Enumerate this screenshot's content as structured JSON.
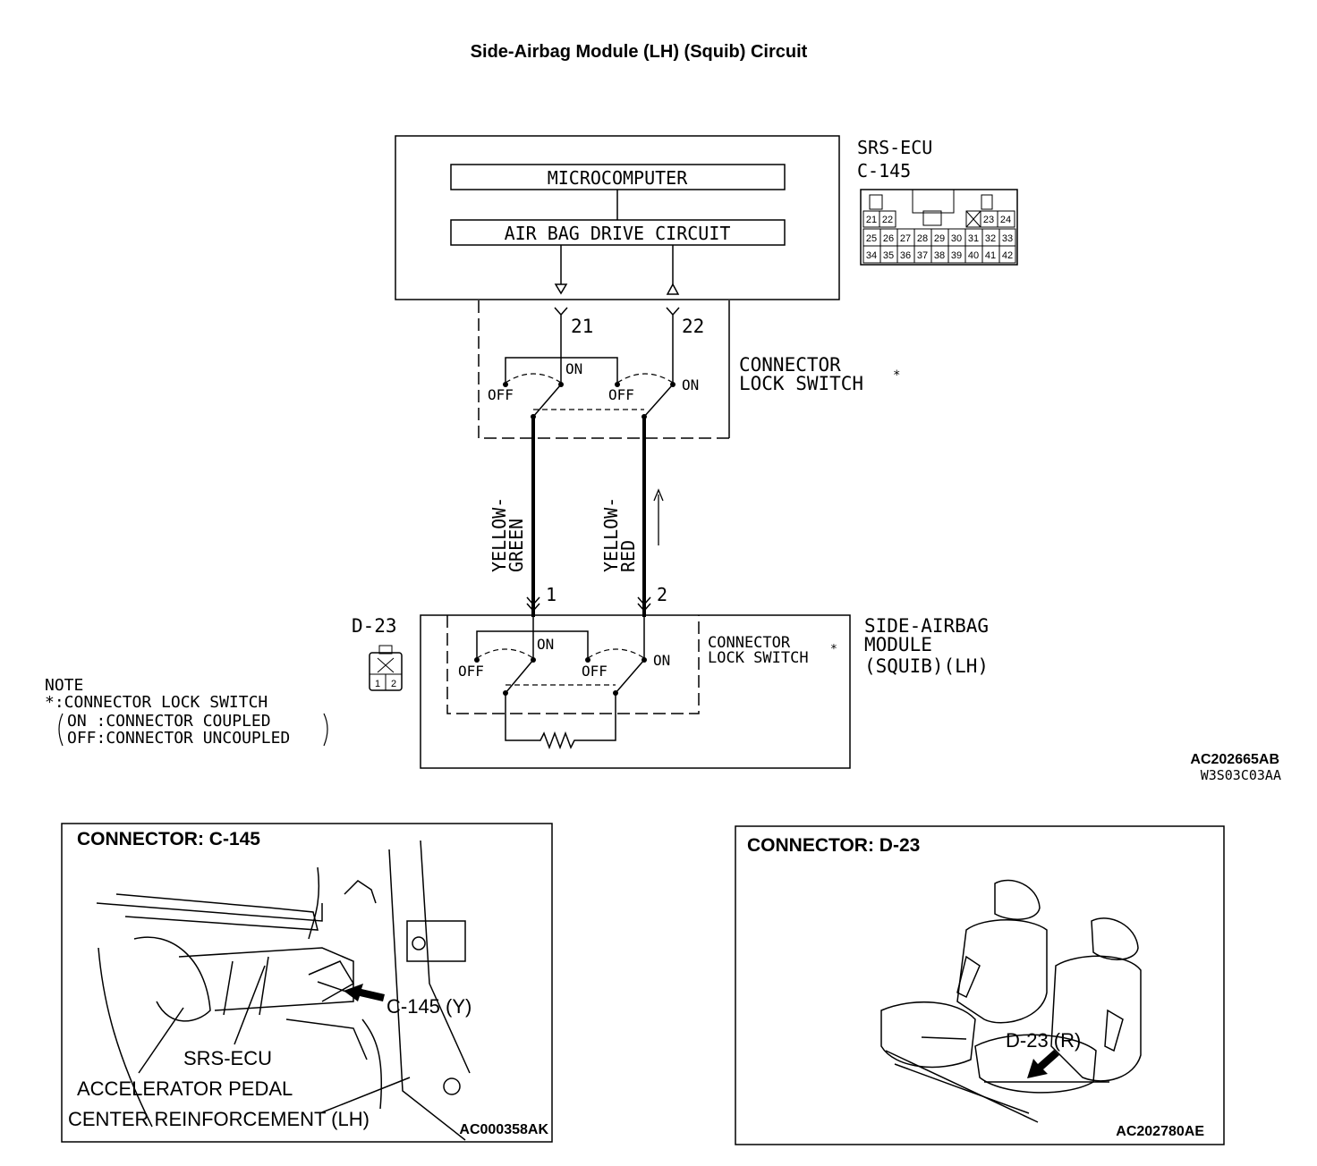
{
  "title": "Side-Airbag Module (LH) (Squib) Circuit",
  "ecu": {
    "name": "SRS-ECU",
    "connector": "C-145",
    "microcomputer": "MICROCOMPUTER",
    "drive_circuit": "AIR BAG DRIVE CIRCUIT",
    "pin_a": "21",
    "pin_b": "22",
    "connector_pins": {
      "row1": [
        "21",
        "22",
        "23",
        "24"
      ],
      "row2": [
        "25",
        "26",
        "27",
        "28",
        "29",
        "30",
        "31",
        "32",
        "33"
      ],
      "row3": [
        "34",
        "35",
        "36",
        "37",
        "38",
        "39",
        "40",
        "41",
        "42"
      ]
    }
  },
  "lock_switch_label": {
    "line1": "CONNECTOR",
    "line2": "LOCK SWITCH",
    "mark": "*"
  },
  "switch_states": {
    "on": "ON",
    "off": "OFF"
  },
  "wires": [
    {
      "color_line1": "YELLOW-",
      "color_line2": "GREEN",
      "pin": "1"
    },
    {
      "color_line1": "YELLOW-",
      "color_line2": "RED",
      "pin": "2"
    }
  ],
  "module": {
    "connector": "D-23",
    "name_line1": "SIDE-AIRBAG",
    "name_line2": "MODULE",
    "name_line3": "(SQUIB)(LH)",
    "pin_1": "1",
    "pin_2": "2"
  },
  "note": {
    "heading": "NOTE",
    "line1": "*:CONNECTOR LOCK SWITCH",
    "line2": "ON :CONNECTOR COUPLED",
    "line3": "OFF:CONNECTOR UNCOUPLED"
  },
  "codes": {
    "diagram_1": "AC202665AB",
    "diagram_2": "W3S03C03AA"
  },
  "panel_left": {
    "title": "CONNECTOR: C-145",
    "callout_connector": "C-145 (Y)",
    "label_ecu": "SRS-ECU",
    "label_pedal": "ACCELERATOR PEDAL",
    "label_reinforcement": "CENTER REINFORCEMENT (LH)",
    "code": "AC000358AK"
  },
  "panel_right": {
    "title": "CONNECTOR: D-23",
    "callout_connector": "D-23 (R)",
    "code": "AC202780AE"
  }
}
